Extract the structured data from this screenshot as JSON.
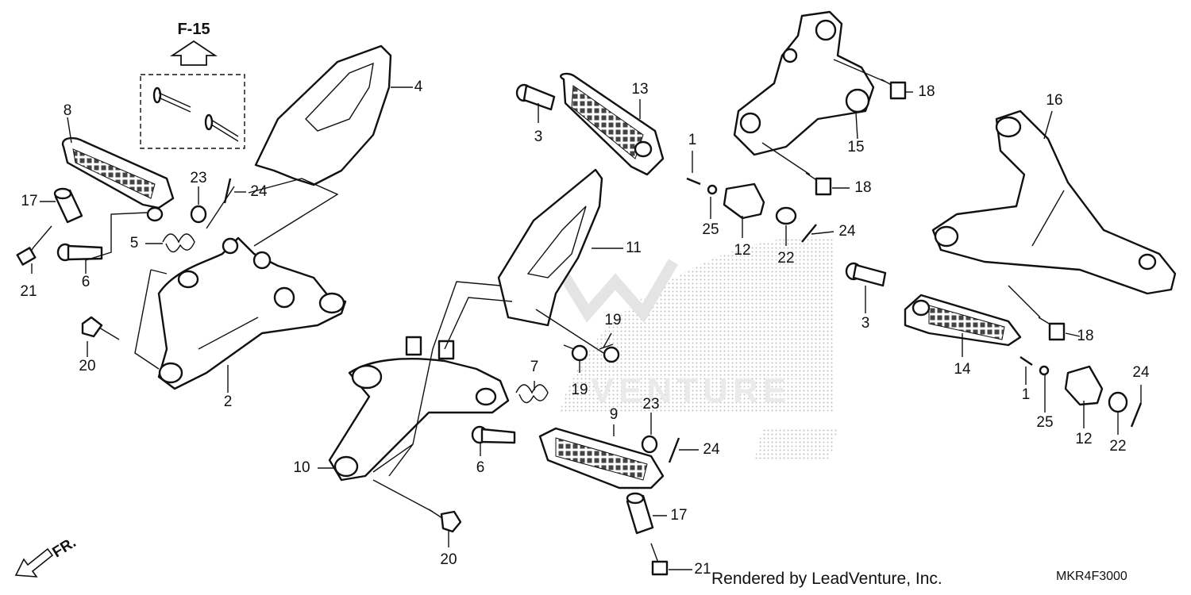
{
  "diagram": {
    "reference_label": "F-15",
    "front_indicator": "FR.",
    "callouts": [
      {
        "id": "c1a",
        "text": "1"
      },
      {
        "id": "c1b",
        "text": "1"
      },
      {
        "id": "c2",
        "text": "2"
      },
      {
        "id": "c3a",
        "text": "3"
      },
      {
        "id": "c3b",
        "text": "3"
      },
      {
        "id": "c4",
        "text": "4"
      },
      {
        "id": "c5",
        "text": "5"
      },
      {
        "id": "c6a",
        "text": "6"
      },
      {
        "id": "c6b",
        "text": "6"
      },
      {
        "id": "c7",
        "text": "7"
      },
      {
        "id": "c8",
        "text": "8"
      },
      {
        "id": "c9",
        "text": "9"
      },
      {
        "id": "c10",
        "text": "10"
      },
      {
        "id": "c11",
        "text": "11"
      },
      {
        "id": "c12a",
        "text": "12"
      },
      {
        "id": "c12b",
        "text": "12"
      },
      {
        "id": "c13",
        "text": "13"
      },
      {
        "id": "c14",
        "text": "14"
      },
      {
        "id": "c15",
        "text": "15"
      },
      {
        "id": "c16",
        "text": "16"
      },
      {
        "id": "c17a",
        "text": "17"
      },
      {
        "id": "c17b",
        "text": "17"
      },
      {
        "id": "c18a",
        "text": "18"
      },
      {
        "id": "c18b",
        "text": "18"
      },
      {
        "id": "c18c",
        "text": "18"
      },
      {
        "id": "c19a",
        "text": "19"
      },
      {
        "id": "c19b",
        "text": "19"
      },
      {
        "id": "c20a",
        "text": "20"
      },
      {
        "id": "c20b",
        "text": "20"
      },
      {
        "id": "c21a",
        "text": "21"
      },
      {
        "id": "c21b",
        "text": "21"
      },
      {
        "id": "c22a",
        "text": "22"
      },
      {
        "id": "c22b",
        "text": "22"
      },
      {
        "id": "c23a",
        "text": "23"
      },
      {
        "id": "c23b",
        "text": "23"
      },
      {
        "id": "c24a",
        "text": "24"
      },
      {
        "id": "c24b",
        "text": "24"
      },
      {
        "id": "c24c",
        "text": "24"
      },
      {
        "id": "c24d",
        "text": "24"
      },
      {
        "id": "c25a",
        "text": "25"
      },
      {
        "id": "c25b",
        "text": "25"
      }
    ]
  },
  "footer": {
    "rendered_by": "Rendered by LeadVenture, Inc.",
    "diagram_code": "MKR4F3000"
  },
  "colors": {
    "line": "#111111",
    "watermark": "#bbbbbb",
    "background": "#ffffff"
  }
}
